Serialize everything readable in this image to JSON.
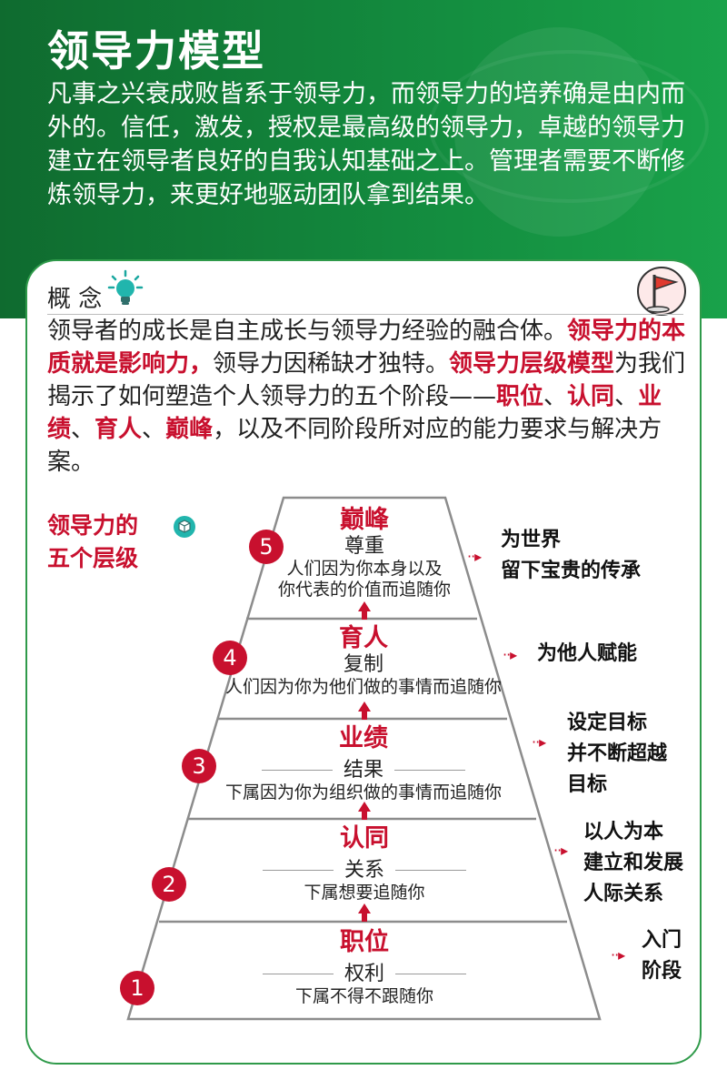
{
  "header": {
    "title": "领导力模型",
    "intro": "凡事之兴衰成败皆系于领导力，而领导力的培养确是由内而外的。信任，激发，授权是最高级的领导力，卓越的领导力建立在领导者良好的自我认知基础之上。管理者需要不断修炼领导力，来更好地驱动团队拿到结果。"
  },
  "concept": {
    "label": "概 念",
    "p1": "领导者的成长是自主成长与领导力经验的融合体。",
    "p2": "领导力的本质就是影响力，",
    "p3": "领导力因稀缺才独特。",
    "p4": "领导力层级模型",
    "p5": "为我们揭示了如何塑造个人领导力的五个阶段——",
    "s1": "职位",
    "sep1": "、",
    "s2": "认同",
    "sep2": "、",
    "s3": "业绩",
    "sep3": "、",
    "s4": "育人",
    "sep4": "、",
    "s5": "巅峰",
    "p6": "，以及不同阶段所对应的能力要求与解决方案。"
  },
  "levels_heading": {
    "line1": "领导力的",
    "line2": "五个层级"
  },
  "levels": [
    {
      "num": "5",
      "name": "巅峰",
      "sub": "尊重",
      "desc1": "人们因为你本身以及",
      "desc2": "你代表的价值而追随你",
      "side": [
        "为世界",
        "留下宝贵的传承"
      ]
    },
    {
      "num": "4",
      "name": "育人",
      "sub": "复制",
      "desc1": "人们因为你为他们做的事情而追随你",
      "side": [
        "为他人赋能"
      ]
    },
    {
      "num": "3",
      "name": "业绩",
      "sub": "结果",
      "desc1": "下属因为你为组织做的事情而追随你",
      "side": [
        "设定目标",
        "并不断超越",
        "目标"
      ]
    },
    {
      "num": "2",
      "name": "认同",
      "sub": "关系",
      "desc1": "下属想要追随你",
      "side": [
        "以人为本",
        "建立和发展",
        "人际关系"
      ]
    },
    {
      "num": "1",
      "name": "职位",
      "sub": "权利",
      "desc1": "下属不得不跟随你",
      "side": [
        "入门",
        "阶段"
      ]
    }
  ],
  "colors": {
    "header_green": "#138a3e",
    "accent_red": "#c8102e",
    "border_green": "#2f9a4a"
  },
  "icons": [
    "lightbulb-icon",
    "flag-icon",
    "cube-icon",
    "arrow-up-icon",
    "pointer-arrow-icon"
  ]
}
